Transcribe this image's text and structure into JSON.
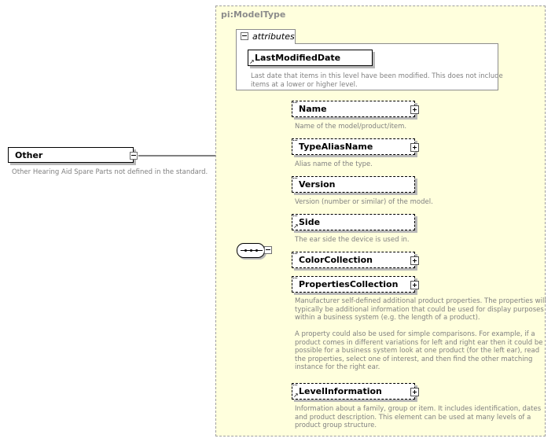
{
  "root": {
    "name": "Other",
    "description": "Other Hearing Aid Spare Parts not defined in the standard."
  },
  "model_type": {
    "title": "pi:ModelType",
    "attributes_label": "attributes",
    "attribute": {
      "name": "LastModifiedDate",
      "description": "Last date that items in this level have been modified. This does not include\nitems at a lower or higher level."
    }
  },
  "elements": [
    {
      "name": "Name",
      "description": "Name of the model/product/item.",
      "expandable": true,
      "reference": false
    },
    {
      "name": "TypeAliasName",
      "description": "Alias name of the type.",
      "expandable": true,
      "reference": false
    },
    {
      "name": "Version",
      "description": "Version (number or similar) of the model.",
      "expandable": false,
      "reference": false
    },
    {
      "name": "Side",
      "description": "The ear side the device is used in.",
      "expandable": false,
      "reference": true
    },
    {
      "name": "ColorCollection",
      "description": "",
      "expandable": true,
      "reference": false
    },
    {
      "name": "PropertiesCollection",
      "description": "Manufacturer self-defined additional product properties.  The properties will\ntypically be additional information that could be used for display purposes\nwithin a business system (e.g. the length of a product).\n\nA property could also be used for simple comparisons.  For example, if a\nproduct comes in different variations for left and right ear then it could be\npossible for a business system look at one product (for the left ear), read\nthe properties, select one of interest, and then find the other matching\ninstance for the right ear.",
      "expandable": true,
      "reference": false
    },
    {
      "name": "LevelInformation",
      "description": "Information about a family, group or item. It includes identification, dates\nand product description. This element can be used at many levels of a\nproduct group structure.",
      "expandable": true,
      "reference": true
    }
  ],
  "colors": {
    "type_background": "#ffffdd",
    "description_text": "#808080",
    "title_text": "#8c8c8c"
  }
}
